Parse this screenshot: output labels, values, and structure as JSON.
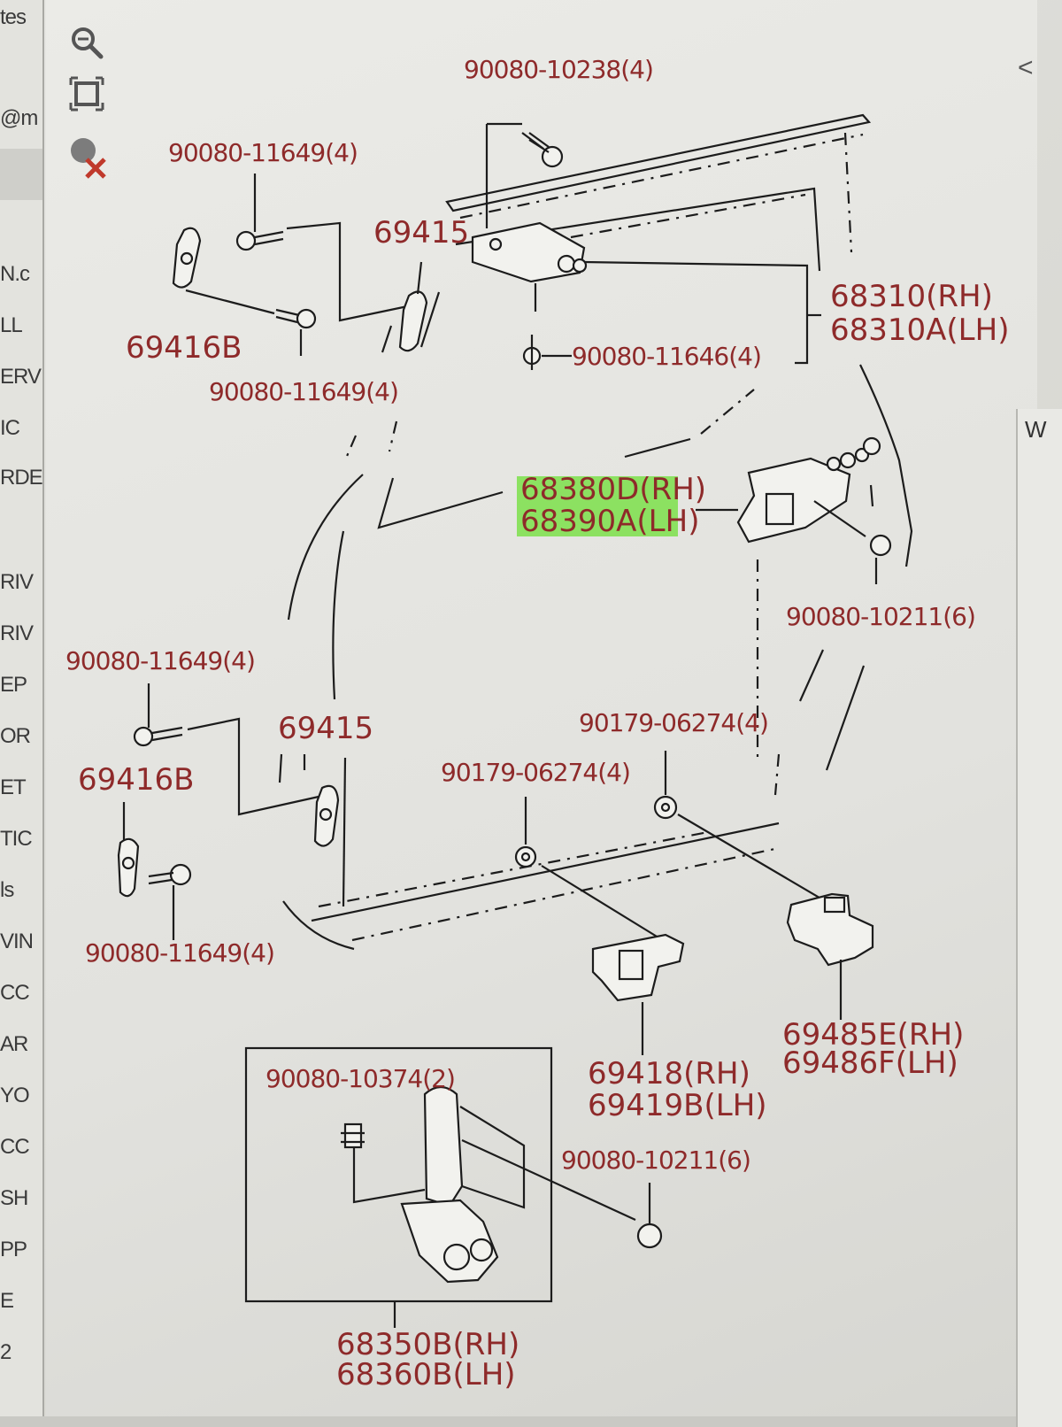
{
  "sidebar": {
    "items": [
      "tes",
      "@m",
      "N.c",
      "LL",
      "ERV",
      "IC",
      "RDE",
      "RIV",
      "RIV",
      "EP",
      "OR",
      "ET",
      "TIC",
      "ls",
      "VIN",
      "CC",
      "AR",
      "YO",
      "CC",
      "SH",
      "PP",
      "E",
      "2"
    ]
  },
  "toolbar": {
    "zoom_icon": "magnifier-icon",
    "fit_icon": "fit-frame-icon",
    "close_icon": "close-x-icon"
  },
  "right_panel": {
    "top_glyph": "<",
    "letter": "W"
  },
  "labels": {
    "p90080_10238": "90080-10238(4)",
    "p90080_11649_a": "90080-11649(4)",
    "p69415_a": "69415",
    "p69416B_a": "69416B",
    "p90080_11649_b": "90080-11649(4)",
    "p68310_rh": "68310(RH)",
    "p68310_lh": "68310A(LH)",
    "p90080_11646": "90080-11646(4)",
    "p68380_rh": "68380D(RH)",
    "p68390_lh": "68390A(LH)",
    "p90080_10211_a": "90080-10211(6)",
    "p90080_11649_c": "90080-11649(4)",
    "p69415_b": "69415",
    "p69416B_b": "69416B",
    "p90179_06274_a": "90179-06274(4)",
    "p90179_06274_b": "90179-06274(4)",
    "p90080_11649_d": "90080-11649(4)",
    "p90080_10374": "90080-10374(2)",
    "p69418_rh": "69418(RH)",
    "p69419_lh": "69419B(LH)",
    "p69485_rh": "69485E(RH)",
    "p69486_lh": "69486F(LH)",
    "p90080_10211_b": "90080-10211(6)",
    "p68350_rh": "68350B(RH)",
    "p68360_lh": "68360B(LH)"
  },
  "colors": {
    "label": "#8e2a2a",
    "highlight": "#7de04a",
    "line": "#1c1c1c"
  }
}
